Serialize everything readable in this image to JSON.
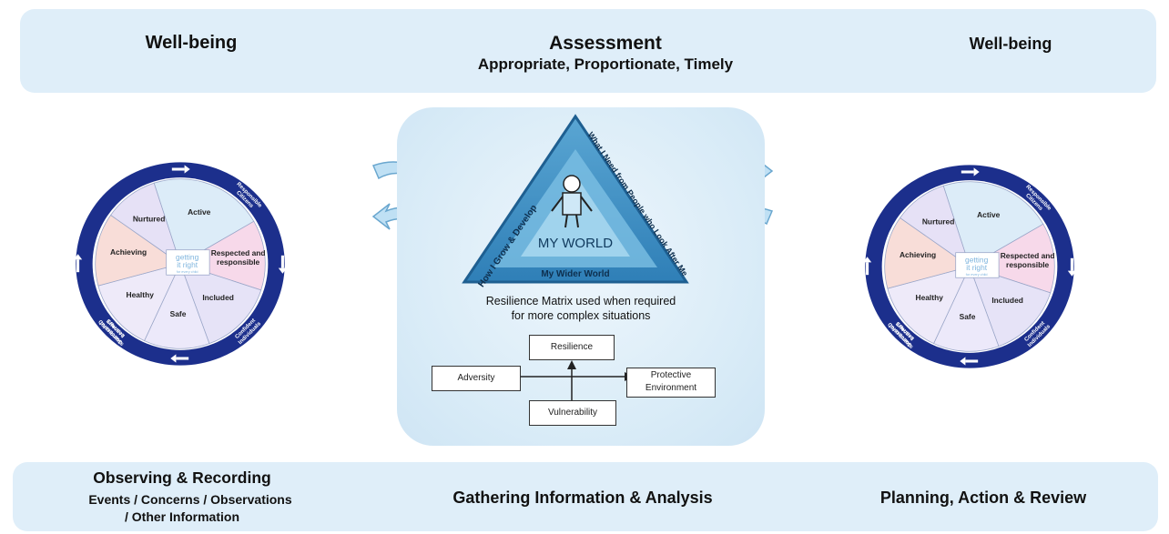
{
  "top": {
    "left_title": "Well-being",
    "center_title": "Assessment",
    "center_subtitle": "Appropriate, Proportionate, Timely",
    "right_title": "Well-being"
  },
  "wheel": {
    "segments": [
      "Active",
      "Respected and responsible",
      "Included",
      "Safe",
      "Healthy",
      "Achieving",
      "Nurtured"
    ],
    "ring_labels": [
      "Successful Learners",
      "Responsible Citizens",
      "Confident Individuals",
      "Effective Contributors"
    ],
    "logo_text": [
      "getting",
      "it right",
      "for every child"
    ]
  },
  "my_world": {
    "left_side": "How I Grow & Develop",
    "right_side": "What I Need from People who Look After Me",
    "bottom_side": "My Wider World",
    "center": "MY WORLD"
  },
  "matrix": {
    "caption_line1": "Resilience Matrix used when required",
    "caption_line2": "for more complex situations",
    "top": "Resilience",
    "left": "Adversity",
    "right": "Protective Environment",
    "bottom": "Vulnerability"
  },
  "bottom": {
    "left_title": "Observing & Recording",
    "left_line2": "Events / Concerns / Observations",
    "left_line3": "/ Other Information",
    "center": "Gathering Information & Analysis",
    "right": "Planning, Action & Review"
  }
}
